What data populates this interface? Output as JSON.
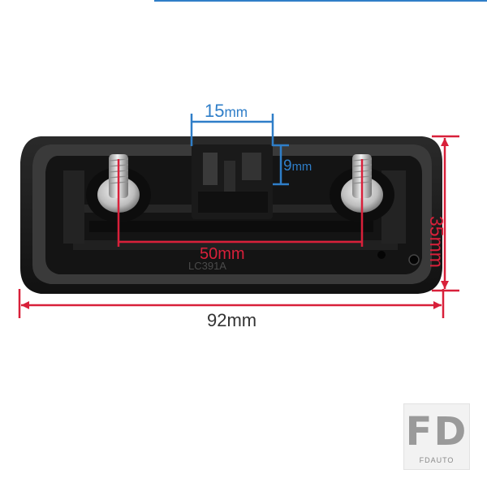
{
  "photo": {
    "subject": "license plate light housing with two threaded studs"
  },
  "dimensions": {
    "overall_width": {
      "value": "92",
      "unit": "mm"
    },
    "overall_height": {
      "value": "35",
      "unit": "mm"
    },
    "stud_spacing": {
      "value": "50",
      "unit": "mm"
    },
    "clip_width": {
      "value": "15",
      "unit": "mm"
    },
    "clip_height": {
      "value": "9",
      "unit": "mm"
    }
  },
  "part_marking": "LC391A",
  "watermark": {
    "logo": "FD",
    "sub": "FDAUTO"
  },
  "colors": {
    "red_dimension": "#d8203a",
    "blue_dimension": "#2f7ec8",
    "part_body": "#1b1b1b"
  }
}
